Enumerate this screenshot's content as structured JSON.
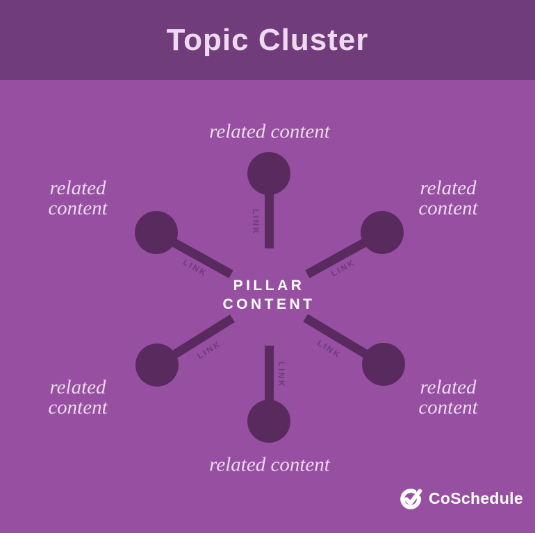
{
  "title": "Topic Cluster",
  "center": {
    "line1": "PILLAR",
    "line2": "CONTENT"
  },
  "link_label": "LINK",
  "spokes": [
    {
      "position": "top",
      "label": "related content"
    },
    {
      "position": "upper-left",
      "label": "related content"
    },
    {
      "position": "upper-right",
      "label": "related content"
    },
    {
      "position": "lower-left",
      "label": "related content"
    },
    {
      "position": "lower-right",
      "label": "related content"
    },
    {
      "position": "bottom",
      "label": "related content"
    }
  ],
  "logo": {
    "name": "CoSchedule",
    "icon": "circle-check-icon"
  },
  "colors": {
    "header_band": "#703c7a",
    "background": "#974fa1",
    "spoke": "#582a5e",
    "link_text": "#6f3b7c",
    "label_text": "#ecdaee",
    "title_text": "#eed9f0",
    "center_text": "#ffffff",
    "logo": "#ffffff"
  }
}
